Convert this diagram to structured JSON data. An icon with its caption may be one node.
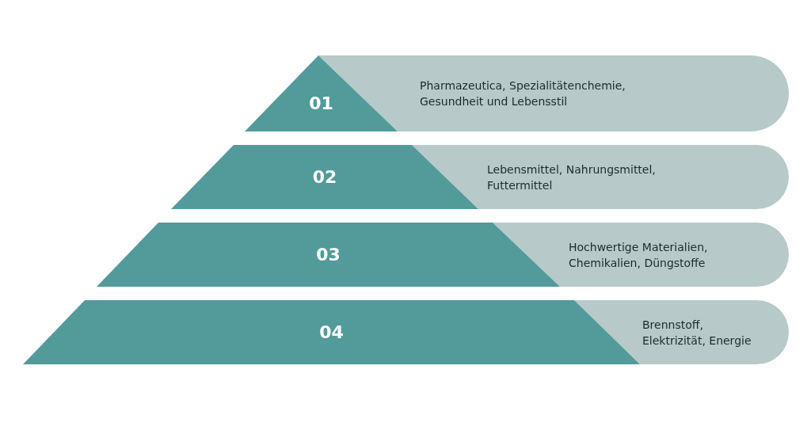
{
  "diagram": {
    "nodes": [
      {
        "text": [
          "Pharmazeutica, Spezialitätenchemie, Gesundheit und Lebensstil"
        ]
      },
      {
        "text": [
          "01"
        ]
      },
      {
        "text": [
          "Lebensmittel, Nahrungsmittel, Futtermittel"
        ]
      },
      {
        "text": [
          "02"
        ]
      },
      {
        "text": [
          "Hochwertige Materialien, Chemikalien, Düngstoffe"
        ]
      },
      {
        "text": [
          "03"
        ]
      },
      {
        "text": [
          "Brennstoff, Elektrizität, Energie"
        ]
      },
      {
        "text": [
          "04"
        ]
      }
    ]
  }
}
